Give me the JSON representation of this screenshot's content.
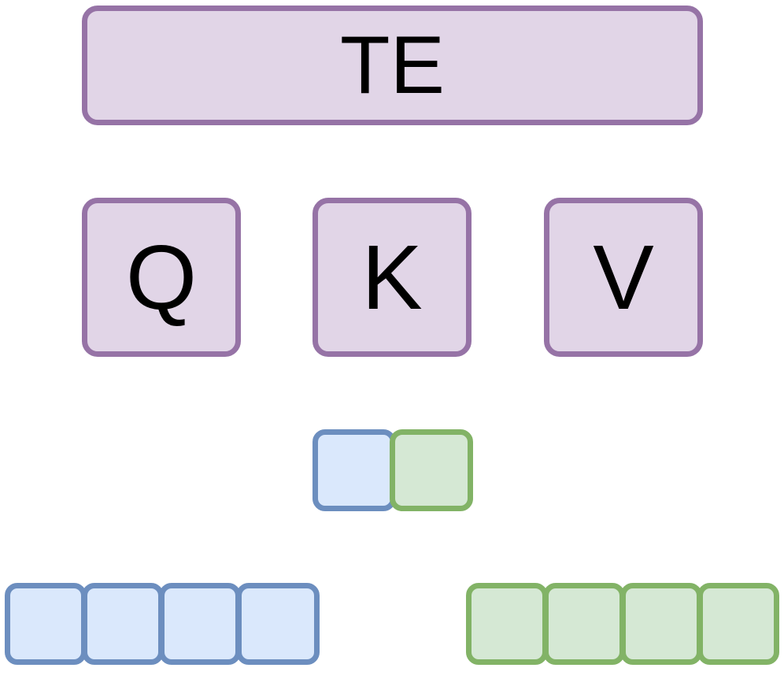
{
  "diagram": {
    "te_label": "TE",
    "q_label": "Q",
    "k_label": "K",
    "v_label": "V",
    "colors": {
      "purple_fill": "#e1d5e7",
      "purple_stroke": "#9673a6",
      "blue_fill": "#dae8fc",
      "blue_stroke": "#6c8ebf",
      "green_fill": "#d5e8d4",
      "green_stroke": "#82b366"
    }
  }
}
